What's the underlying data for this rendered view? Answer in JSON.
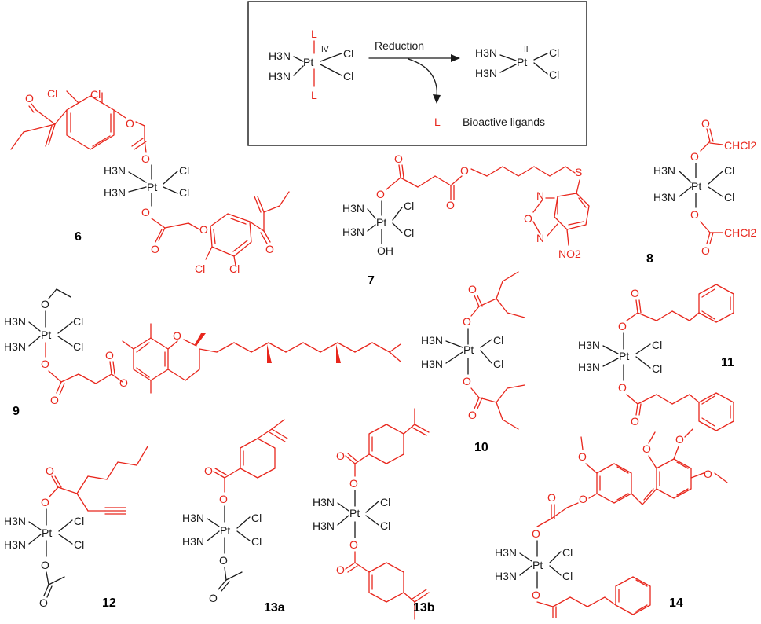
{
  "scheme": {
    "reaction_label": "Reduction",
    "product_label": "Bioactive ligands",
    "leaving_ligand": "L",
    "ox_state_start": "IV",
    "ox_state_end": "II"
  },
  "atoms": {
    "pt": "Pt",
    "h3n": "H3N",
    "cl": "Cl",
    "o": "O",
    "oh": "OH",
    "s": "S",
    "n": "N",
    "no2": "NO2",
    "chcl2": "CHCl2"
  },
  "compounds": [
    "6",
    "7",
    "8",
    "9",
    "10",
    "11",
    "12",
    "13a",
    "13b",
    "14"
  ],
  "colors": {
    "ligand": "#e8261c",
    "core": "#1a1a1a"
  }
}
